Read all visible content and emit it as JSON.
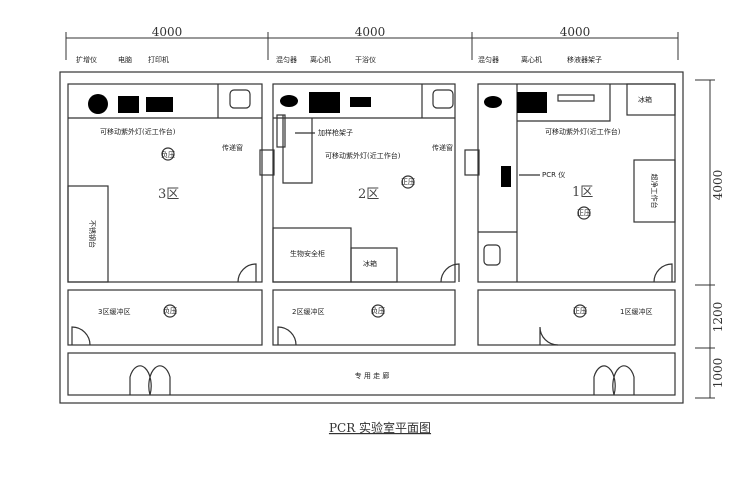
{
  "title": "PCR 实验室平面图",
  "dimensions": {
    "top": [
      "4000",
      "4000",
      "4000"
    ],
    "right": [
      "4000",
      "1200",
      "1000"
    ]
  },
  "zone3": {
    "name": "3区",
    "equip": [
      "扩增仪",
      "电脑",
      "打印机"
    ],
    "uv": "可移动紫外灯(近工作台)",
    "window": "传递窗",
    "bench": "不锈钢台",
    "buffer": "3区缓冲区",
    "badge": "负压",
    "buffer_badge": "负压"
  },
  "zone2": {
    "name": "2区",
    "equip": [
      "混匀器",
      "离心机",
      "干浴仪"
    ],
    "rack": "加样枪架子",
    "uv": "可移动紫外灯(近工作台)",
    "window": "传递窗",
    "cabinet": "生物安全柜",
    "fridge": "冰箱",
    "buffer": "2区缓冲区",
    "badge": "正压",
    "buffer_badge": "负压"
  },
  "zone1": {
    "name": "1区",
    "equip": [
      "混匀器",
      "离心机",
      "移液器架子"
    ],
    "fridge": "冰箱",
    "uv": "可移动紫外灯(近工作台)",
    "pcr": "PCR 仪",
    "clean_bench": "超净工作台",
    "buffer": "1区缓冲区",
    "badge": "正压",
    "buffer_badge": "正压"
  },
  "corridor": "专 用 走 廊"
}
